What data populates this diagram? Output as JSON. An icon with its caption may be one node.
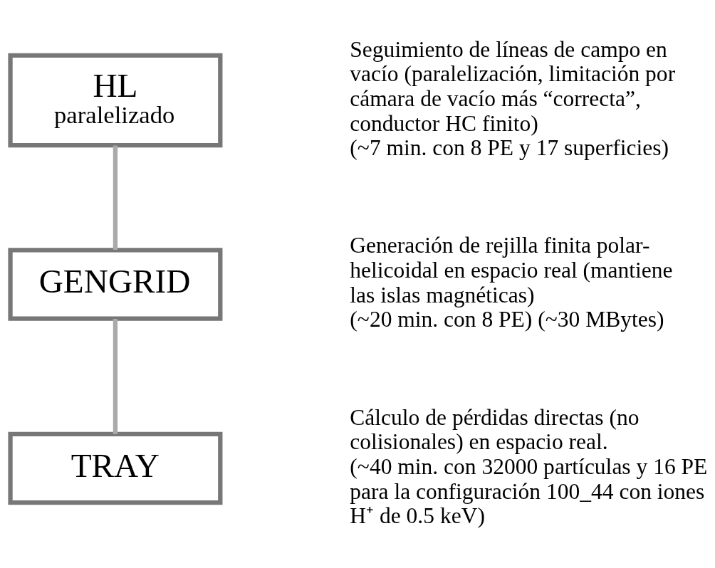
{
  "diagram": {
    "nodes": [
      {
        "text": [
          "HL",
          "paralelizado"
        ],
        "beside": [
          "Seguimiento de líneas de campo en vacío (paralelización, limitación por cámara de vacío más “correcta”, conductor HC finito)",
          "(~7 min. con 8 PE y 17 superficies)"
        ]
      },
      {
        "text": [
          "GENGRID"
        ],
        "beside": [
          "Generación de rejilla finita polar-helicoidal en espacio real (mantiene las islas magnéticas)",
          "(~20 min. con 8 PE) (~30 MBytes)"
        ]
      },
      {
        "text": [
          "TRAY"
        ],
        "beside": [
          "Cálculo de pérdidas directas (no colisionales) en espacio real.",
          "(~40 min. con 32000 partículas y 16 PE para la configuración 100_44 con iones H⁺ de 0.5 keV)"
        ]
      }
    ],
    "edges": [
      {
        "from": 0,
        "to": 1,
        "arrow": "none"
      },
      {
        "from": 1,
        "to": 2,
        "arrow": "none"
      }
    ]
  }
}
